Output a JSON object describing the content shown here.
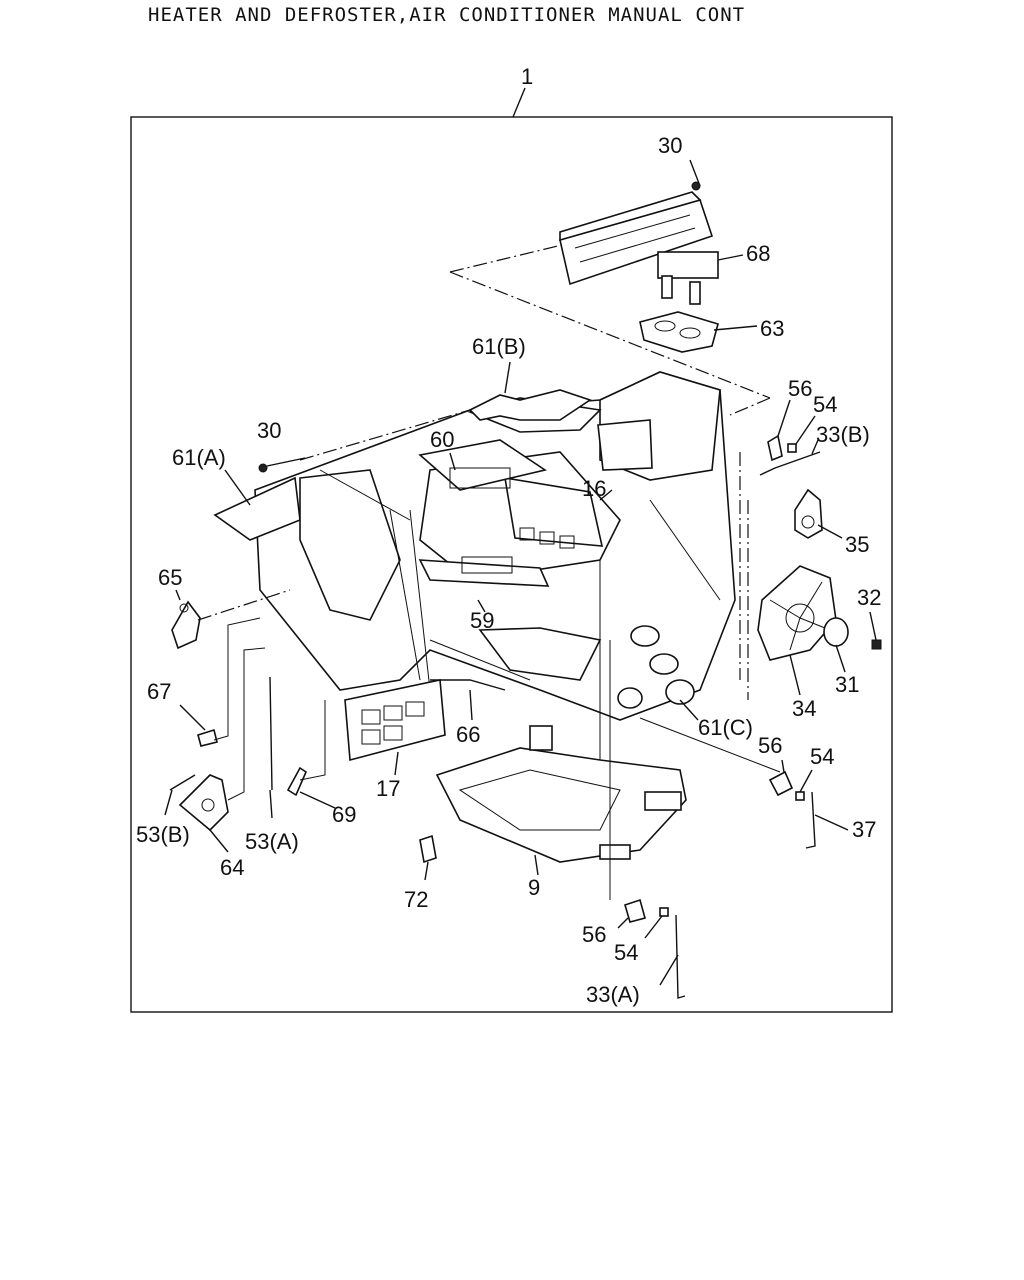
{
  "title": "HEATER AND DEFROSTER,AIR CONDITIONER MANUAL CONT",
  "assembly_label": "1",
  "callouts": {
    "c30a": "30",
    "c68": "68",
    "c63": "63",
    "c61b": "61(B)",
    "c56a": "56",
    "c54a": "54",
    "c33b": "33(B)",
    "c30b": "30",
    "c60": "60",
    "c61a": "61(A)",
    "c16": "16",
    "c35": "35",
    "c65": "65",
    "c32": "32",
    "c59": "59",
    "c31": "31",
    "c34": "34",
    "c61c": "61(C)",
    "c67": "67",
    "c66": "66",
    "c56b": "56",
    "c54b": "54",
    "c17": "17",
    "c69": "69",
    "c37": "37",
    "c53b": "53(B)",
    "c53a": "53(A)",
    "c64": "64",
    "c9": "9",
    "c72": "72",
    "c56c": "56",
    "c54c": "54",
    "c33a": "33(A)"
  }
}
